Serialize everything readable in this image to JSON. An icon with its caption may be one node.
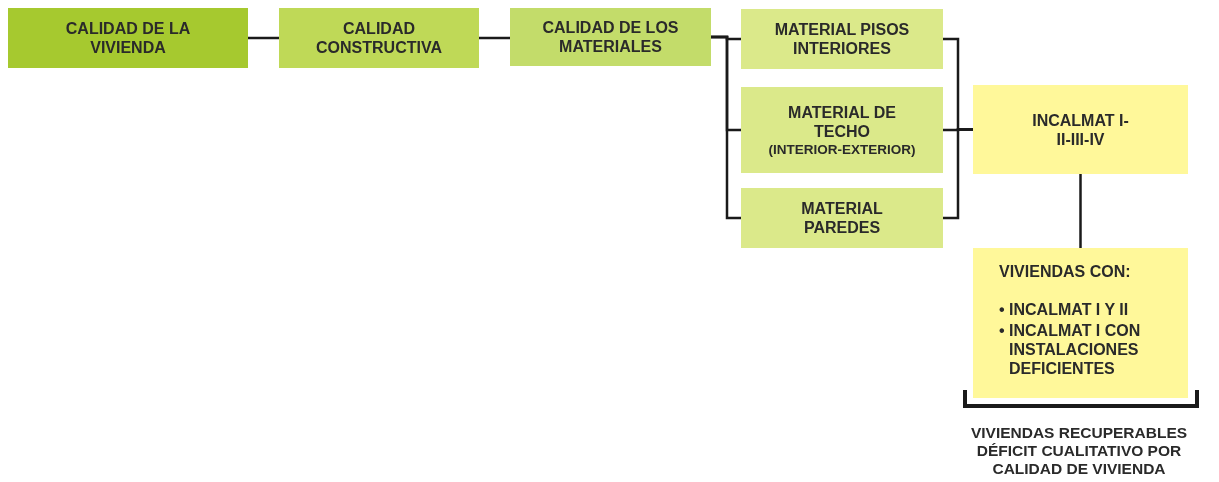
{
  "diagram": {
    "nodes": [
      {
        "text": [
          "CALIDAD DE LA VIVIENDA"
        ]
      },
      {
        "text": [
          "CALIDAD CONSTRUCTIVA"
        ]
      },
      {
        "text": [
          "CALIDAD DE LOS MATERIALES"
        ]
      },
      {
        "text": [
          "MATERIAL PISOS INTERIORES"
        ]
      },
      {
        "text": [
          "MATERIAL DE TECHO",
          "(INTERIOR-EXTERIOR)"
        ]
      },
      {
        "text": [
          "MATERIAL PAREDES"
        ]
      },
      {
        "text": [
          "INCALMAT I-II-III-IV"
        ]
      },
      {
        "text": [
          "VIVIENDAS CON:",
          "• INCALMAT I Y II",
          "• INCALMAT I CON INSTALACIONES DEFICIENTES"
        ]
      }
    ],
    "edges": [
      {
        "from": 0,
        "to": 1,
        "arrow": "none"
      },
      {
        "from": 1,
        "to": 2,
        "arrow": "none"
      },
      {
        "from": 2,
        "to": 3,
        "arrow": "none"
      },
      {
        "from": 2,
        "to": 4,
        "arrow": "none"
      },
      {
        "from": 2,
        "to": 5,
        "arrow": "none"
      },
      {
        "from": 3,
        "to": 6,
        "arrow": "none"
      },
      {
        "from": 4,
        "to": 6,
        "arrow": "none"
      },
      {
        "from": 5,
        "to": 6,
        "arrow": "none"
      },
      {
        "from": 6,
        "to": 7,
        "arrow": "none"
      }
    ],
    "labels": [
      "VIVIENDAS RECUPERABLES DÉFICIT CUALITATIVO POR CALIDAD DE VIVIENDA"
    ]
  }
}
